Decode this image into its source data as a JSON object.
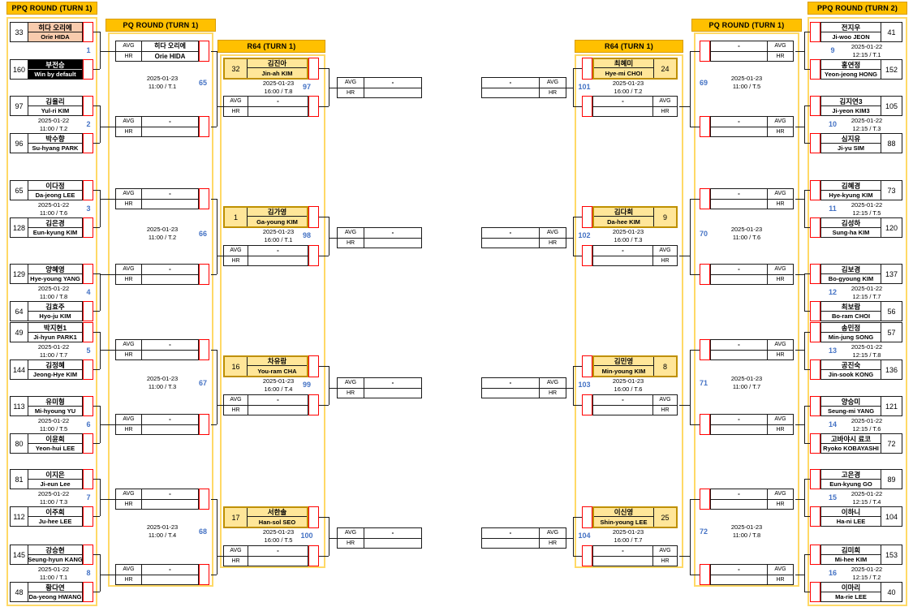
{
  "headers": {
    "ppq_left": "PPQ ROUND (TURN 1)",
    "pq_left": "PQ ROUND (TURN 1)",
    "r64_left": "R64 (TURN 1)",
    "r64_right": "R64 (TURN 1)",
    "pq_right": "PQ ROUND (TURN 1)",
    "ppq_right": "PPQ ROUND (TURN 2)"
  },
  "labels": {
    "avg": "AVG",
    "hr": "HR"
  },
  "colors": {
    "header_bg": "#FFC000",
    "column_border": "#FFD966",
    "seeded_bg": "#FFE699",
    "seeded_border": "#BF9000",
    "bye_bg": "#000000",
    "advanced_bg": "#F8CBAD",
    "marker_border": "#FF0000",
    "match_number": "#4472C4"
  },
  "ppq_left": [
    {
      "num": "1",
      "date": "",
      "time": "",
      "p1": {
        "seed": "33",
        "kr": "히다 오리에",
        "en": "Orie HIDA",
        "style": "winner"
      },
      "p2": {
        "seed": "160",
        "kr": "부전승",
        "en": "Win by default",
        "style": "bye"
      }
    },
    {
      "num": "2",
      "date": "2025-01-22",
      "time": "11:00 / T.2",
      "p1": {
        "seed": "97",
        "kr": "김율리",
        "en": "Yul-ri KIM",
        "style": ""
      },
      "p2": {
        "seed": "96",
        "kr": "박수향",
        "en": "Su-hyang PARK",
        "style": ""
      }
    },
    {
      "num": "3",
      "date": "2025-01-22",
      "time": "11:00 / T.6",
      "p1": {
        "seed": "65",
        "kr": "이다정",
        "en": "Da-jeong LEE",
        "style": ""
      },
      "p2": {
        "seed": "128",
        "kr": "김은경",
        "en": "Eun-kyung KIM",
        "style": ""
      }
    },
    {
      "num": "4",
      "date": "2025-01-22",
      "time": "11:00 / T.8",
      "p1": {
        "seed": "129",
        "kr": "양혜영",
        "en": "Hye-young YANG",
        "style": ""
      },
      "p2": {
        "seed": "64",
        "kr": "김효주",
        "en": "Hyo-ju KIM",
        "style": ""
      }
    },
    {
      "num": "5",
      "date": "2025-01-22",
      "time": "11:00 / T.7",
      "p1": {
        "seed": "49",
        "kr": "박지현1",
        "en": "Ji-hyun PARK1",
        "style": ""
      },
      "p2": {
        "seed": "144",
        "kr": "김정혜",
        "en": "Jeong-Hye KIM",
        "style": ""
      }
    },
    {
      "num": "6",
      "date": "2025-01-22",
      "time": "11:00 / T.5",
      "p1": {
        "seed": "113",
        "kr": "유미형",
        "en": "Mi-hyoung YU",
        "style": ""
      },
      "p2": {
        "seed": "80",
        "kr": "이윤희",
        "en": "Yeon-hui LEE",
        "style": ""
      }
    },
    {
      "num": "7",
      "date": "2025-01-22",
      "time": "11:00 / T.3",
      "p1": {
        "seed": "81",
        "kr": "이지은",
        "en": "Ji-eun Lee",
        "style": ""
      },
      "p2": {
        "seed": "112",
        "kr": "이주희",
        "en": "Ju-hee LEE",
        "style": ""
      }
    },
    {
      "num": "8",
      "date": "2025-01-22",
      "time": "11:00 / T.1",
      "p1": {
        "seed": "145",
        "kr": "강승현",
        "en": "Seung-hyun KANG",
        "style": ""
      },
      "p2": {
        "seed": "48",
        "kr": "황다연",
        "en": "Da-yeong HWANG",
        "style": ""
      }
    }
  ],
  "pq_left": [
    {
      "num": "65",
      "date": "2025-01-23",
      "time": "11:00 / T.1",
      "top_avg": "히다 오리에",
      "top_hr": "Orie HIDA",
      "bot_avg": "-",
      "bot_hr": ""
    },
    {
      "num": "66",
      "date": "2025-01-23",
      "time": "11:00 / T.2",
      "top_avg": "-",
      "top_hr": "",
      "bot_avg": "-",
      "bot_hr": ""
    },
    {
      "num": "67",
      "date": "2025-01-23",
      "time": "11:00 / T.3",
      "top_avg": "-",
      "top_hr": "",
      "bot_avg": "-",
      "bot_hr": ""
    },
    {
      "num": "68",
      "date": "2025-01-23",
      "time": "11:00 / T.4",
      "top_avg": "-",
      "top_hr": "",
      "bot_avg": "-",
      "bot_hr": ""
    }
  ],
  "r64_left": [
    {
      "num": "97",
      "seed": "32",
      "kr": "김진아",
      "en": "Jin-ah KIM",
      "date": "2025-01-23",
      "time": "16:00 / T.8",
      "avg": "-",
      "hr": ""
    },
    {
      "num": "98",
      "seed": "1",
      "kr": "김가영",
      "en": "Ga-young KIM",
      "date": "2025-01-23",
      "time": "16:00 / T.1",
      "avg": "-",
      "hr": ""
    },
    {
      "num": "99",
      "seed": "16",
      "kr": "차유람",
      "en": "You-ram CHA",
      "date": "2025-01-23",
      "time": "16:00 / T.4",
      "avg": "-",
      "hr": ""
    },
    {
      "num": "100",
      "seed": "17",
      "kr": "서한솔",
      "en": "Han-sol SEO",
      "date": "2025-01-23",
      "time": "16:00 / T.5",
      "avg": "-",
      "hr": ""
    }
  ],
  "mid_left": [
    {
      "avg": "-",
      "hr": ""
    },
    {
      "avg": "-",
      "hr": ""
    },
    {
      "avg": "-",
      "hr": ""
    },
    {
      "avg": "-",
      "hr": ""
    }
  ],
  "mid_right": [
    {
      "avg": "-",
      "hr": ""
    },
    {
      "avg": "-",
      "hr": ""
    },
    {
      "avg": "-",
      "hr": ""
    },
    {
      "avg": "-",
      "hr": ""
    }
  ],
  "r64_right": [
    {
      "num": "101",
      "seed": "24",
      "kr": "최혜미",
      "en": "Hye-mi CHOI",
      "date": "2025-01-23",
      "time": "16:00 / T.2",
      "avg": "-",
      "hr": ""
    },
    {
      "num": "102",
      "seed": "9",
      "kr": "김다희",
      "en": "Da-hee KIM",
      "date": "2025-01-23",
      "time": "16:00 / T.3",
      "avg": "-",
      "hr": ""
    },
    {
      "num": "103",
      "seed": "8",
      "kr": "김민영",
      "en": "Min-young KIM",
      "date": "2025-01-23",
      "time": "16:00 / T.6",
      "avg": "-",
      "hr": ""
    },
    {
      "num": "104",
      "seed": "25",
      "kr": "이신영",
      "en": "Shin-young LEE",
      "date": "2025-01-23",
      "time": "16:00 / T.7",
      "avg": "-",
      "hr": ""
    }
  ],
  "pq_right": [
    {
      "num": "69",
      "date": "2025-01-23",
      "time": "11:00 / T.5",
      "top_avg": "-",
      "top_hr": "",
      "bot_avg": "-",
      "bot_hr": ""
    },
    {
      "num": "70",
      "date": "2025-01-23",
      "time": "11:00 / T.6",
      "top_avg": "-",
      "top_hr": "",
      "bot_avg": "-",
      "bot_hr": ""
    },
    {
      "num": "71",
      "date": "2025-01-23",
      "time": "11:00 / T.7",
      "top_avg": "-",
      "top_hr": "",
      "bot_avg": "-",
      "bot_hr": ""
    },
    {
      "num": "72",
      "date": "2025-01-23",
      "time": "11:00 / T.8",
      "top_avg": "-",
      "top_hr": "",
      "bot_avg": "-",
      "bot_hr": ""
    }
  ],
  "ppq_right": [
    {
      "num": "9",
      "date": "2025-01-22",
      "time": "12:15 / T.1",
      "p1": {
        "seed": "41",
        "kr": "전지우",
        "en": "Ji-woo JEON",
        "style": ""
      },
      "p2": {
        "seed": "152",
        "kr": "홍연정",
        "en": "Yeon-jeong HONG",
        "style": ""
      }
    },
    {
      "num": "10",
      "date": "2025-01-22",
      "time": "12:15 / T.3",
      "p1": {
        "seed": "105",
        "kr": "김지연3",
        "en": "Ji-yeon KIM3",
        "style": ""
      },
      "p2": {
        "seed": "88",
        "kr": "심지유",
        "en": "Ji-yu SIM",
        "style": ""
      }
    },
    {
      "num": "11",
      "date": "2025-01-22",
      "time": "12:15 / T.5",
      "p1": {
        "seed": "73",
        "kr": "김혜경",
        "en": "Hye-kyung KIM",
        "style": ""
      },
      "p2": {
        "seed": "120",
        "kr": "김성하",
        "en": "Sung-ha KIM",
        "style": ""
      }
    },
    {
      "num": "12",
      "date": "2025-01-22",
      "time": "12:15 / T.7",
      "p1": {
        "seed": "137",
        "kr": "김보경",
        "en": "Bo-gyoung KIM",
        "style": ""
      },
      "p2": {
        "seed": "56",
        "kr": "최보람",
        "en": "Bo-ram CHOI",
        "style": ""
      }
    },
    {
      "num": "13",
      "date": "2025-01-22",
      "time": "12:15 / T.8",
      "p1": {
        "seed": "57",
        "kr": "송민정",
        "en": "Min-jung SONG",
        "style": ""
      },
      "p2": {
        "seed": "136",
        "kr": "공진숙",
        "en": "Jin-sook KONG",
        "style": ""
      }
    },
    {
      "num": "14",
      "date": "2025-01-22",
      "time": "12:15 / T.6",
      "p1": {
        "seed": "121",
        "kr": "양승미",
        "en": "Seung-mi YANG",
        "style": ""
      },
      "p2": {
        "seed": "72",
        "kr": "고바야시 료코",
        "en": "Ryoko KOBAYASHI",
        "style": ""
      }
    },
    {
      "num": "15",
      "date": "2025-01-22",
      "time": "12:15 / T.4",
      "p1": {
        "seed": "89",
        "kr": "고은경",
        "en": "Eun-kyung GO",
        "style": ""
      },
      "p2": {
        "seed": "104",
        "kr": "이하니",
        "en": "Ha-ni LEE",
        "style": ""
      }
    },
    {
      "num": "16",
      "date": "2025-01-22",
      "time": "12:15 / T.2",
      "p1": {
        "seed": "153",
        "kr": "김미희",
        "en": "Mi-hee KIM",
        "style": ""
      },
      "p2": {
        "seed": "40",
        "kr": "이마리",
        "en": "Ma-rie LEE",
        "style": ""
      }
    }
  ]
}
